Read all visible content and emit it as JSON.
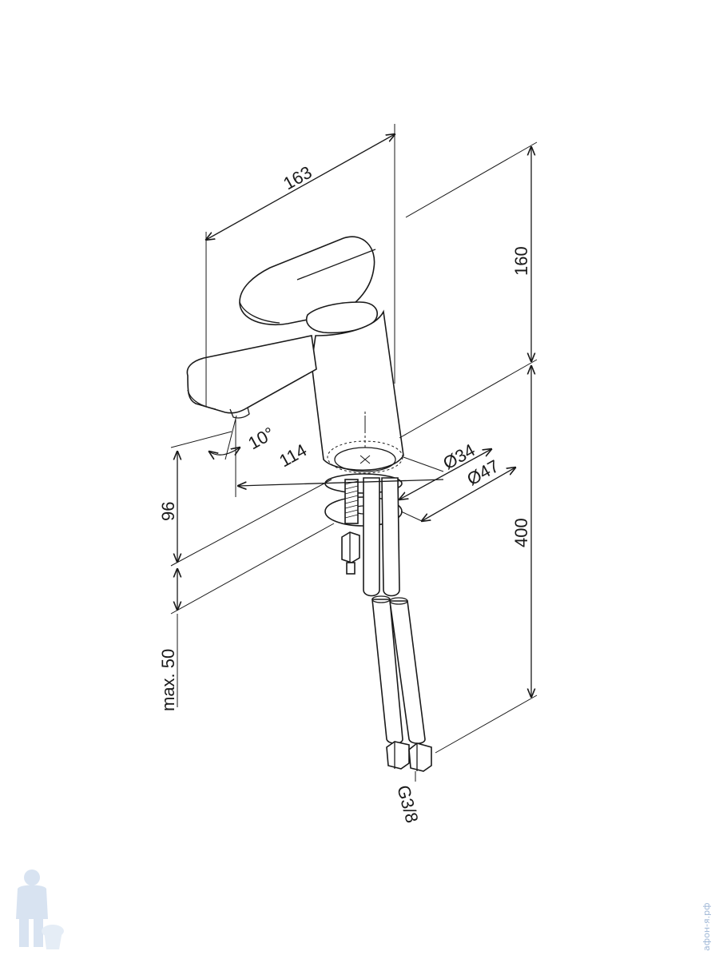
{
  "dimensions": {
    "width_total": "163",
    "height_top": "160",
    "height_bottom": "400",
    "spout_reach": "114",
    "angle": "10°",
    "spout_height": "96",
    "max_thickness": "max. 50",
    "diameter_inner": "Ø34",
    "diameter_outer": "Ø47",
    "thread": "G3/8"
  },
  "watermark": {
    "text": "афон-я.рф"
  },
  "colors": {
    "line": "#1a1a1a",
    "watermark": "#9fb7d6"
  }
}
